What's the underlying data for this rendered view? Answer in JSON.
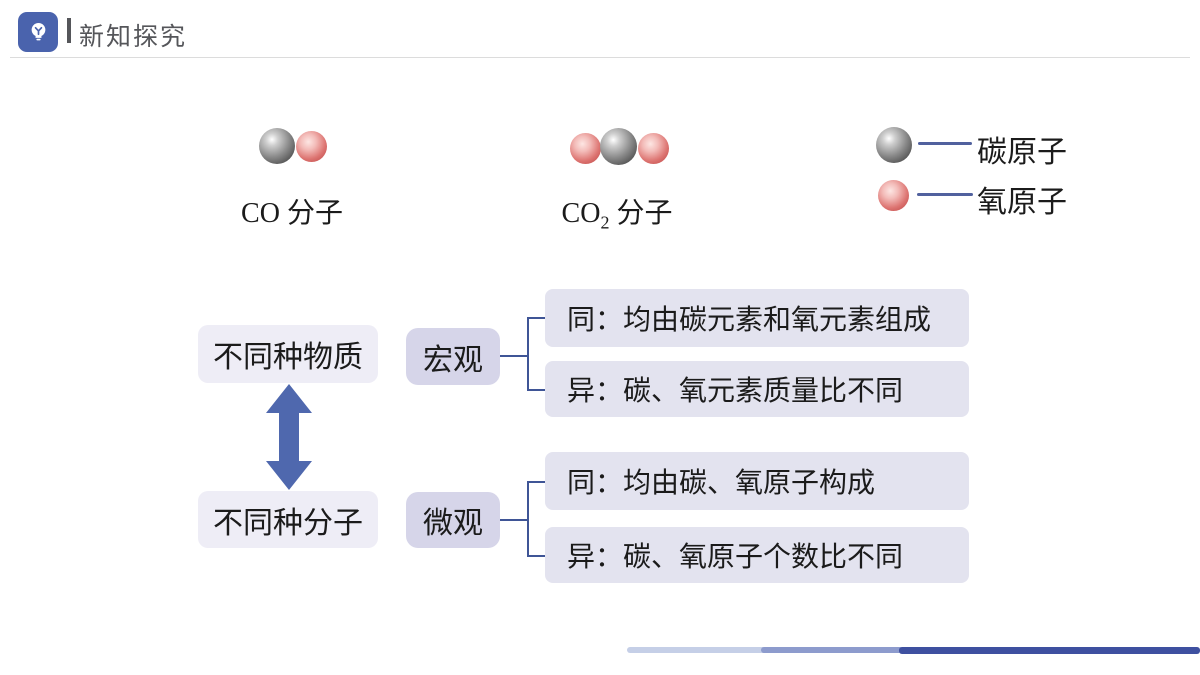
{
  "header": {
    "title": "新知探究"
  },
  "molecules": [
    {
      "formula": "CO",
      "sub": "",
      "suffix": " 分子"
    },
    {
      "formula": "CO",
      "sub": "2",
      "suffix": " 分子"
    }
  ],
  "legend": {
    "items": [
      {
        "atom": "carbon",
        "label": "碳原子"
      },
      {
        "atom": "oxygen",
        "label": "氧原子"
      }
    ]
  },
  "diagram": {
    "nodes": [
      {
        "label": "不同种物质"
      },
      {
        "label": "不同种分子"
      }
    ],
    "groups": [
      {
        "category": "宏观",
        "items": [
          "同：均由碳元素和氧元素组成",
          "异：碳、氧元素质量比不同"
        ]
      },
      {
        "category": "微观",
        "items": [
          "同：均由碳、氧原子构成",
          "异：碳、氧原子个数比不同"
        ]
      }
    ]
  },
  "colors": {
    "accent_blue": "#4a63ad",
    "arrow_blue": "#4f68ae",
    "bracket_blue": "#3f5596",
    "legend_line_blue": "#51619e",
    "carbon_sphere": "#515151",
    "oxygen_sphere": "#c5504e",
    "node_box_bg": "#eeedf6",
    "category_box_bg": "#d6d5e9",
    "detail_box_bg": "#e3e3ef",
    "decor_bar_light": "#c5cfe7",
    "decor_bar_medium": "#8d9bcd",
    "decor_bar_dark": "#3e50a0",
    "header_text": "#55565a"
  }
}
